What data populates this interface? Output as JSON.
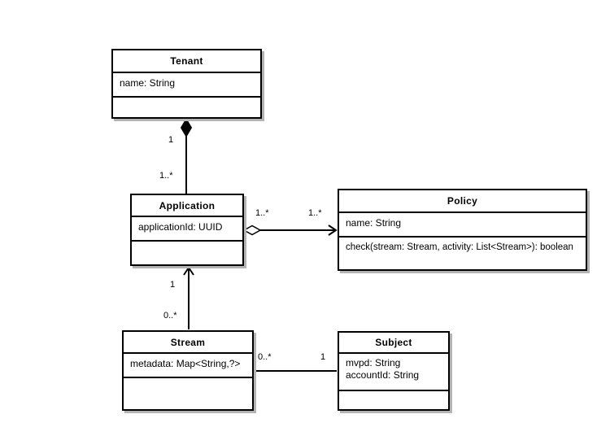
{
  "diagram": {
    "type": "uml-class-diagram",
    "classes": [
      {
        "name": "Tenant",
        "attributes": [
          "name: String"
        ],
        "methods": []
      },
      {
        "name": "Application",
        "attributes": [
          "applicationId: UUID"
        ],
        "methods": []
      },
      {
        "name": "Policy",
        "attributes": [
          "name: String"
        ],
        "methods": [
          "check(stream: Stream, activity: List<Stream>): boolean"
        ]
      },
      {
        "name": "Stream",
        "attributes": [
          "metadata: Map<String,?>"
        ],
        "methods": []
      },
      {
        "name": "Subject",
        "attributes": [
          "mvpd: String",
          "accountId: String"
        ],
        "methods": []
      }
    ],
    "relationships": [
      {
        "from": "Tenant",
        "to": "Application",
        "type": "composition",
        "from_multiplicity": "1",
        "to_multiplicity": "1..*"
      },
      {
        "from": "Application",
        "to": "Policy",
        "type": "directed-aggregation",
        "from_multiplicity": "1..*",
        "to_multiplicity": "1..*"
      },
      {
        "from": "Application",
        "to": "Stream",
        "type": "directed-association",
        "from_multiplicity": "1",
        "to_multiplicity": "0..*"
      },
      {
        "from": "Stream",
        "to": "Subject",
        "type": "association",
        "from_multiplicity": "0..*",
        "to_multiplicity": "1"
      }
    ],
    "colors": {
      "background": "#ffffff",
      "box_fill": "#ffffff",
      "border": "#000000",
      "shadow": "#b4b4b4",
      "text": "#000000"
    }
  }
}
